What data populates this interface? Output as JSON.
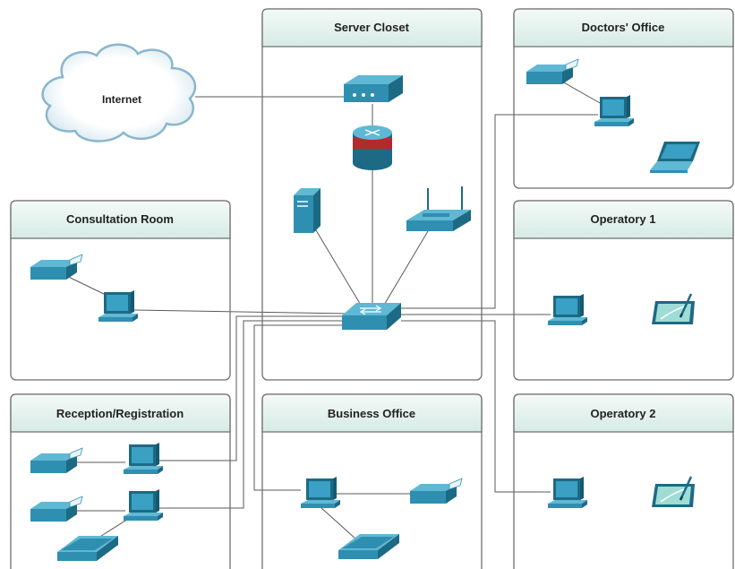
{
  "diagram": {
    "title": "",
    "cloud": {
      "label": "Internet"
    },
    "rooms": [
      {
        "id": "server-closet",
        "title": "Server Closet"
      },
      {
        "id": "doctors-office",
        "title": "Doctors' Office"
      },
      {
        "id": "consultation-room",
        "title": "Consultation Room"
      },
      {
        "id": "operatory-1",
        "title": "Operatory 1"
      },
      {
        "id": "reception-registration",
        "title": "Reception/Registration"
      },
      {
        "id": "business-office",
        "title": "Business Office"
      },
      {
        "id": "operatory-2",
        "title": "Operatory 2"
      }
    ],
    "devices": [
      {
        "id": "modem",
        "room": "server-closet",
        "icon": "modem-icon"
      },
      {
        "id": "router",
        "room": "server-closet",
        "icon": "router-icon"
      },
      {
        "id": "server",
        "room": "server-closet",
        "icon": "server-icon"
      },
      {
        "id": "wireless-ap",
        "room": "server-closet",
        "icon": "wireless-access-point-icon"
      },
      {
        "id": "switch",
        "room": "server-closet",
        "icon": "switch-icon"
      },
      {
        "id": "doctors-printer",
        "room": "doctors-office",
        "icon": "printer-icon"
      },
      {
        "id": "doctors-pc",
        "room": "doctors-office",
        "icon": "pc-icon"
      },
      {
        "id": "doctors-laptop",
        "room": "doctors-office",
        "icon": "laptop-icon"
      },
      {
        "id": "consult-printer",
        "room": "consultation-room",
        "icon": "printer-icon"
      },
      {
        "id": "consult-pc",
        "room": "consultation-room",
        "icon": "pc-icon"
      },
      {
        "id": "op1-pc",
        "room": "operatory-1",
        "icon": "pc-icon"
      },
      {
        "id": "op1-tablet",
        "room": "operatory-1",
        "icon": "tablet-icon"
      },
      {
        "id": "op2-pc",
        "room": "operatory-2",
        "icon": "pc-icon"
      },
      {
        "id": "op2-tablet",
        "room": "operatory-2",
        "icon": "tablet-icon"
      },
      {
        "id": "rec-printer-1",
        "room": "reception-registration",
        "icon": "printer-icon"
      },
      {
        "id": "rec-pc-1",
        "room": "reception-registration",
        "icon": "pc-icon"
      },
      {
        "id": "rec-printer-2",
        "room": "reception-registration",
        "icon": "printer-icon"
      },
      {
        "id": "rec-pc-2",
        "room": "reception-registration",
        "icon": "pc-icon"
      },
      {
        "id": "rec-scanner",
        "room": "reception-registration",
        "icon": "scanner-icon"
      },
      {
        "id": "bo-pc",
        "room": "business-office",
        "icon": "pc-icon"
      },
      {
        "id": "bo-printer",
        "room": "business-office",
        "icon": "printer-icon"
      },
      {
        "id": "bo-scanner",
        "room": "business-office",
        "icon": "scanner-icon"
      }
    ],
    "links": [
      [
        "internet",
        "modem"
      ],
      [
        "modem",
        "router"
      ],
      [
        "router",
        "switch"
      ],
      [
        "server",
        "switch"
      ],
      [
        "wireless-ap",
        "switch"
      ],
      [
        "switch",
        "doctors-pc"
      ],
      [
        "doctors-printer",
        "doctors-pc"
      ],
      [
        "switch",
        "consult-pc"
      ],
      [
        "consult-printer",
        "consult-pc"
      ],
      [
        "switch",
        "op1-pc"
      ],
      [
        "switch",
        "op2-pc"
      ],
      [
        "switch",
        "rec-pc-1"
      ],
      [
        "switch",
        "rec-pc-2"
      ],
      [
        "rec-printer-1",
        "rec-pc-1"
      ],
      [
        "rec-printer-2",
        "rec-pc-2"
      ],
      [
        "rec-scanner",
        "rec-pc-2"
      ],
      [
        "switch",
        "bo-pc"
      ],
      [
        "bo-pc",
        "bo-printer"
      ],
      [
        "bo-pc",
        "bo-scanner"
      ]
    ],
    "colors": {
      "device_face": "#2f8fb0",
      "device_top": "#5fb8d4",
      "device_side": "#1d6a85",
      "router_band": "#b32a2a",
      "header_fill": "#e6f2ef",
      "room_border": "#6f6f6f",
      "cable": "#5a5a5a",
      "cloud_stroke": "#8ab6cc"
    }
  }
}
